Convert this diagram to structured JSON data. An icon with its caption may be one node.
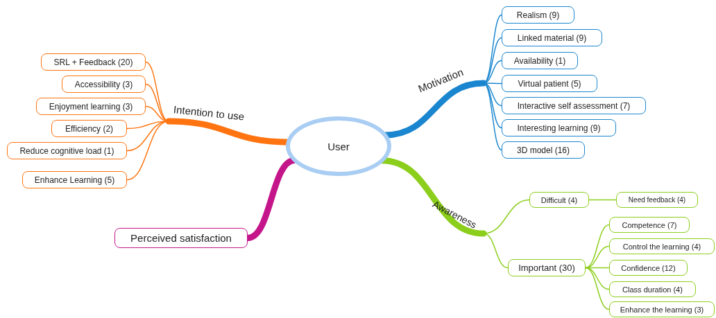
{
  "diagram": {
    "nodes": [
      {
        "text": [
          "User"
        ]
      },
      {
        "text": [
          "Intention to use"
        ]
      },
      {
        "text": [
          "SRL + Feedback (20)"
        ]
      },
      {
        "text": [
          "Accessibility (3)"
        ]
      },
      {
        "text": [
          "Enjoyment learning (3)"
        ]
      },
      {
        "text": [
          "Efficiency (2)"
        ]
      },
      {
        "text": [
          "Reduce cognitive load (1)"
        ]
      },
      {
        "text": [
          "Enhance Learning (5)"
        ]
      },
      {
        "text": [
          "Perceived satisfaction"
        ]
      },
      {
        "text": [
          "Motivation"
        ]
      },
      {
        "text": [
          "Realism (9)"
        ]
      },
      {
        "text": [
          "Linked material (9)"
        ]
      },
      {
        "text": [
          "Availability (1)"
        ]
      },
      {
        "text": [
          "Virtual patient (5)"
        ]
      },
      {
        "text": [
          "Interactive self assessment (7)"
        ]
      },
      {
        "text": [
          "Interesting learning (9)"
        ]
      },
      {
        "text": [
          "3D model (16)"
        ]
      },
      {
        "text": [
          "Awareness"
        ]
      },
      {
        "text": [
          "Difficult (4)"
        ]
      },
      {
        "text": [
          "Need feedback (4)"
        ]
      },
      {
        "text": [
          "Important (30)"
        ]
      },
      {
        "text": [
          "Competence (7)"
        ]
      },
      {
        "text": [
          "Control the learning (4)"
        ]
      },
      {
        "text": [
          "Confidence (12)"
        ]
      },
      {
        "text": [
          "Class duration (4)"
        ]
      },
      {
        "text": [
          "Enhance the learning (3)"
        ]
      }
    ],
    "edges": [
      {
        "from": 0,
        "to": 1,
        "arrow": "none",
        "style": "thick",
        "color": "#ff7410"
      },
      {
        "from": 1,
        "to": 2,
        "arrow": "none",
        "color": "#ff7410"
      },
      {
        "from": 1,
        "to": 3,
        "arrow": "none",
        "color": "#ff7410"
      },
      {
        "from": 1,
        "to": 4,
        "arrow": "none",
        "color": "#ff7410"
      },
      {
        "from": 1,
        "to": 5,
        "arrow": "none",
        "color": "#ff7410"
      },
      {
        "from": 1,
        "to": 6,
        "arrow": "none",
        "color": "#ff7410"
      },
      {
        "from": 1,
        "to": 7,
        "arrow": "none",
        "color": "#ff7410"
      },
      {
        "from": 0,
        "to": 8,
        "arrow": "none",
        "style": "thick",
        "color": "#c4168a"
      },
      {
        "from": 0,
        "to": 9,
        "arrow": "none",
        "style": "thick",
        "color": "#1a86cf"
      },
      {
        "from": 9,
        "to": 10,
        "arrow": "none",
        "color": "#1a86cf"
      },
      {
        "from": 9,
        "to": 11,
        "arrow": "none",
        "color": "#1a86cf"
      },
      {
        "from": 9,
        "to": 12,
        "arrow": "none",
        "color": "#1a86cf"
      },
      {
        "from": 9,
        "to": 13,
        "arrow": "none",
        "color": "#1a86cf"
      },
      {
        "from": 9,
        "to": 14,
        "arrow": "none",
        "color": "#1a86cf"
      },
      {
        "from": 9,
        "to": 15,
        "arrow": "none",
        "color": "#1a86cf"
      },
      {
        "from": 9,
        "to": 16,
        "arrow": "none",
        "color": "#1a86cf"
      },
      {
        "from": 0,
        "to": 17,
        "arrow": "none",
        "style": "thick"
      },
      {
        "from": 17,
        "to": 18,
        "arrow": "none"
      },
      {
        "from": 18,
        "to": 19,
        "arrow": "none"
      },
      {
        "from": 17,
        "to": 20,
        "arrow": "none"
      },
      {
        "from": 20,
        "to": 21,
        "arrow": "none"
      },
      {
        "from": 20,
        "to": 22,
        "arrow": "none"
      },
      {
        "from": 20,
        "to": 23,
        "arrow": "none"
      },
      {
        "from": 20,
        "to": 24,
        "arrow": "none"
      },
      {
        "from": 20,
        "to": 25,
        "arrow": "none"
      }
    ]
  }
}
